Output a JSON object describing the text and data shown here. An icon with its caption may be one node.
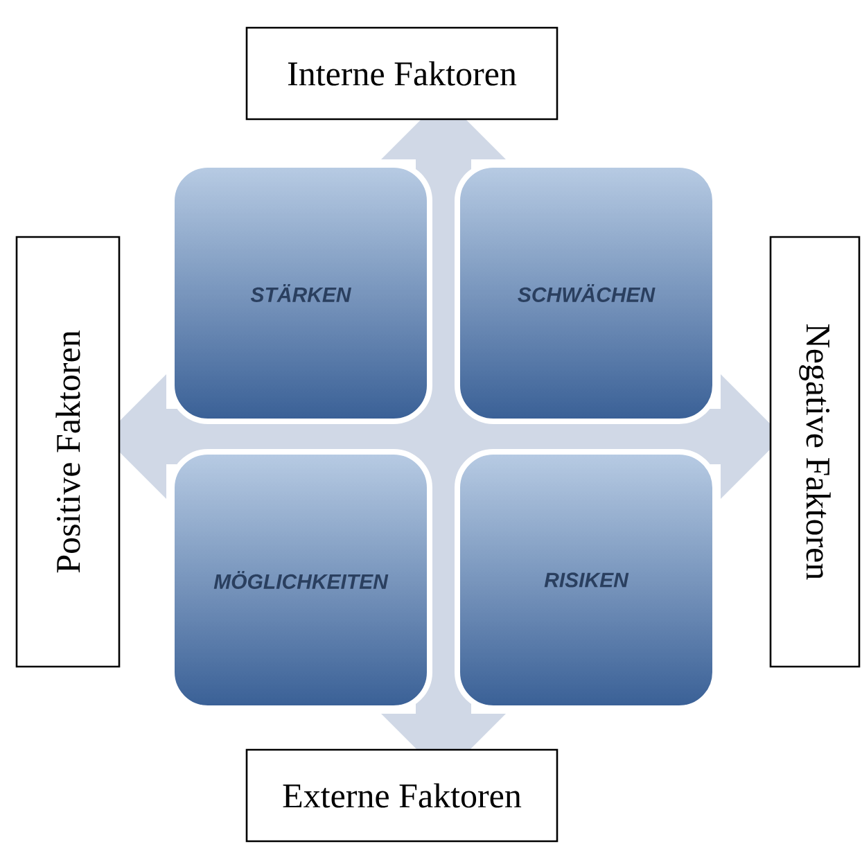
{
  "diagram": {
    "nodes": [
      {
        "text": [
          "Interne Faktoren"
        ]
      },
      {
        "text": [
          "Positive Faktoren"
        ]
      },
      {
        "text": [
          "Negative Faktoren"
        ]
      },
      {
        "text": [
          "Externe Faktoren"
        ]
      },
      {
        "text": [
          "STÄRKEN"
        ]
      },
      {
        "text": [
          "SCHWÄCHEN"
        ]
      },
      {
        "text": [
          "MÖGLICHKEITEN"
        ]
      },
      {
        "text": [
          "RISIKEN"
        ]
      }
    ]
  }
}
